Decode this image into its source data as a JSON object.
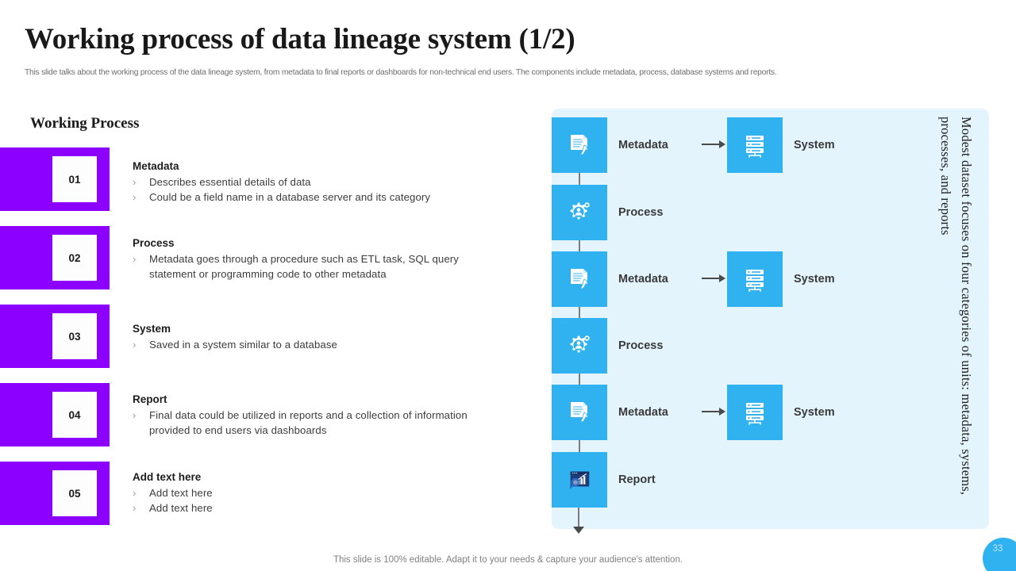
{
  "header": {
    "title": "Working process of data lineage system (1/2)",
    "subtitle": "This slide talks about the working process of the data lineage system, from metadata to final reports or dashboards for non-technical end users. The components include metadata, process, database systems and reports."
  },
  "colors": {
    "purple": "#8B00FF",
    "blue": "#2FB2EF",
    "panel_bg": "#E3F4FD",
    "text_dark": "#3C3C3C"
  },
  "left": {
    "heading": "Working Process",
    "bullet_marker": "›",
    "steps": [
      {
        "number": "01",
        "title": "Metadata",
        "bullets": [
          "Describes essential details of data",
          "Could be a field name in a database server and its category"
        ]
      },
      {
        "number": "02",
        "title": "Process",
        "bullets": [
          "Metadata goes through a procedure such as ETL task, SQL query statement or programming code to other metadata"
        ]
      },
      {
        "number": "03",
        "title": "System",
        "bullets": [
          "Saved in a system similar to a database"
        ]
      },
      {
        "number": "04",
        "title": "Report",
        "bullets": [
          "Final data could be utilized in reports and a collection of information provided to end users via dashboards"
        ]
      },
      {
        "number": "05",
        "title": "Add text here",
        "bullets": [
          "Add text here",
          "Add text here"
        ]
      }
    ]
  },
  "diagram": {
    "vertical_caption": "Modest dataset focuses on four categories of units: metadata, systems, processes, and reports",
    "nodes": [
      {
        "label": "Metadata",
        "icon": "document-edit-icon"
      },
      {
        "label": "System",
        "icon": "server-rack-icon"
      },
      {
        "label": "Process",
        "icon": "gear-user-icon"
      },
      {
        "label": "Metadata",
        "icon": "document-edit-icon"
      },
      {
        "label": "System",
        "icon": "server-rack-icon"
      },
      {
        "label": "Process",
        "icon": "gear-user-icon"
      },
      {
        "label": "Metadata",
        "icon": "document-edit-icon"
      },
      {
        "label": "System",
        "icon": "server-rack-icon"
      },
      {
        "label": "Report",
        "icon": "report-analytics-icon"
      }
    ]
  },
  "footer": {
    "note": "This slide is 100% editable. Adapt it to your needs & capture your audience's attention.",
    "page_number": "33"
  }
}
